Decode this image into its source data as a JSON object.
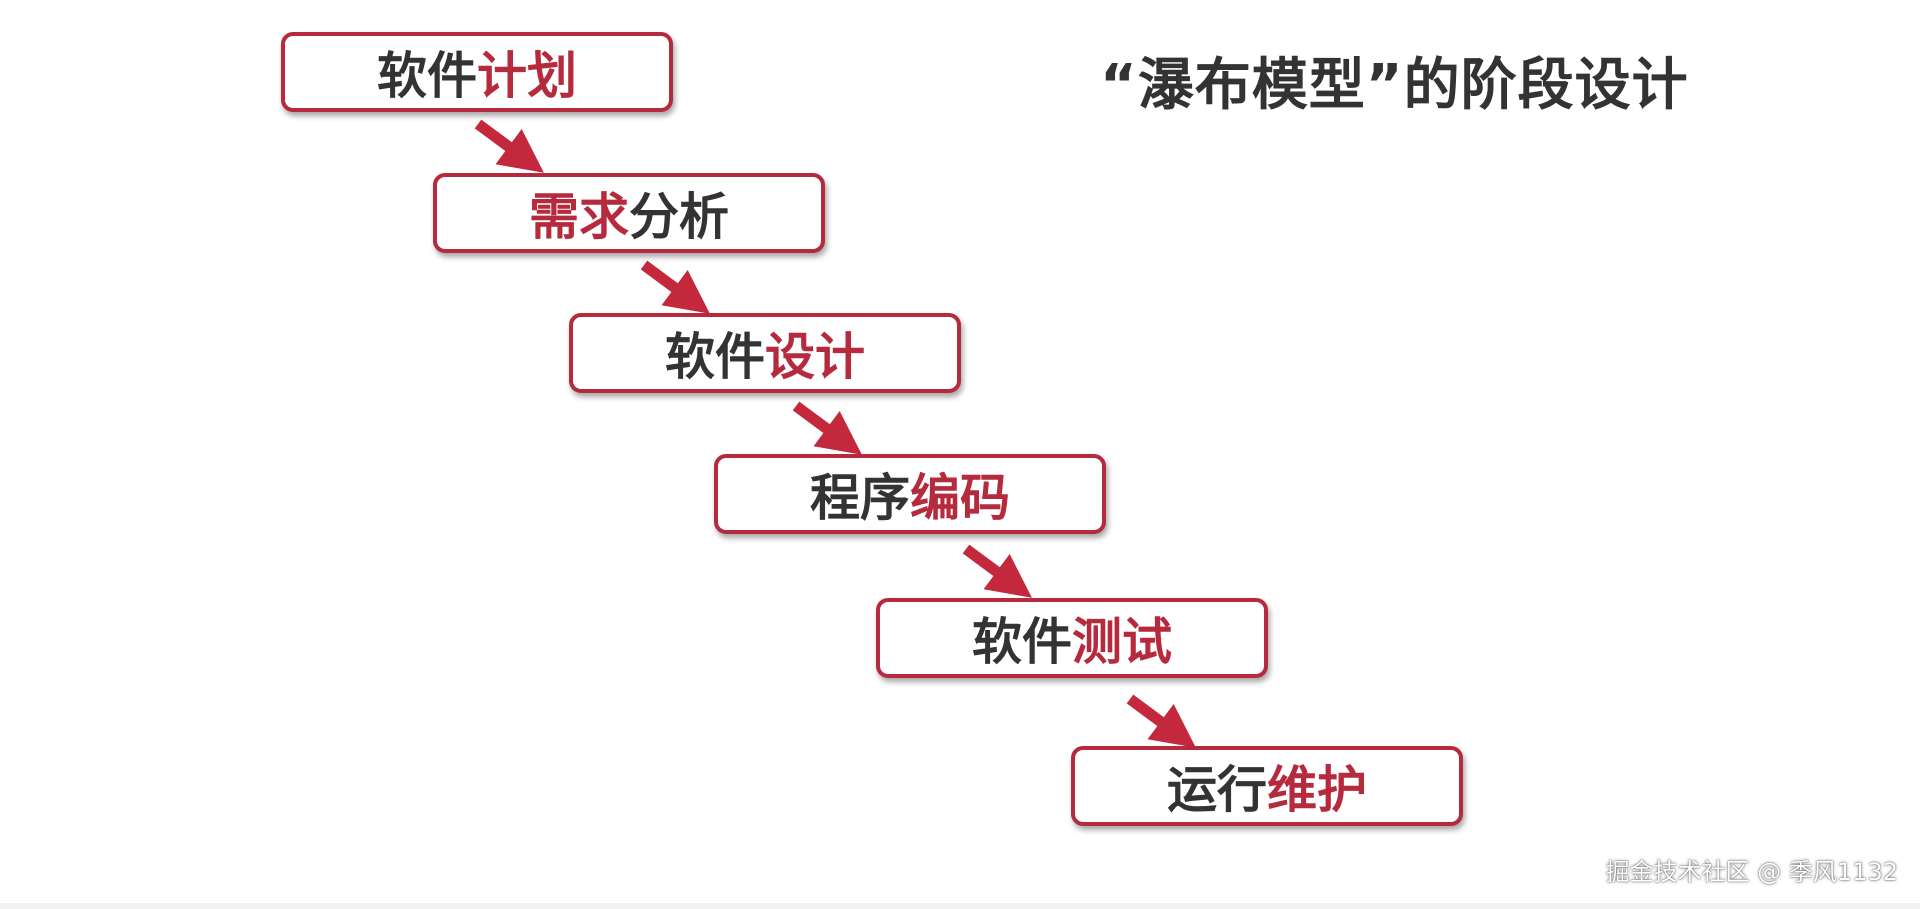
{
  "title": "“瀑布模型”的阶段设计",
  "stages": [
    {
      "plain": "软件",
      "highlight": "计划",
      "highlight_first": false
    },
    {
      "plain": "分析",
      "highlight": "需求",
      "highlight_first": true
    },
    {
      "plain": "软件",
      "highlight": "设计",
      "highlight_first": false
    },
    {
      "plain": "程序",
      "highlight": "编码",
      "highlight_first": false
    },
    {
      "plain": "软件",
      "highlight": "测试",
      "highlight_first": false
    },
    {
      "plain": "运行",
      "highlight": "维护",
      "highlight_first": false
    }
  ],
  "watermark": "掘金技术社区 @ 季风1132",
  "colors": {
    "accent": "#b52a3c",
    "text": "#333333",
    "background": "#ffffff"
  }
}
